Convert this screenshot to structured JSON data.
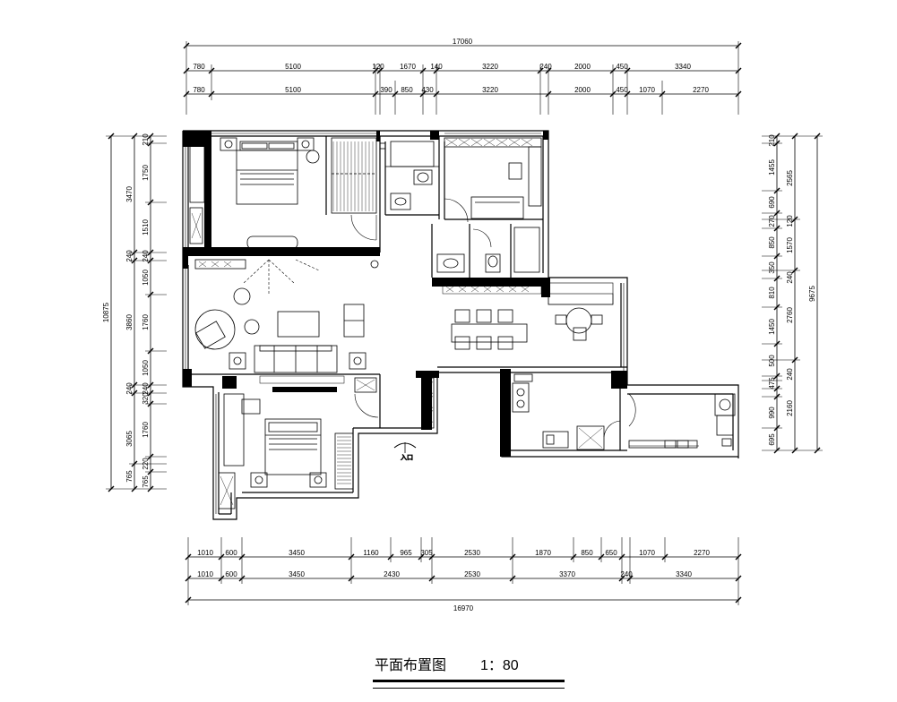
{
  "title": {
    "name": "平面布置图",
    "scale": "1：80"
  },
  "entrance_label": "入口",
  "top_dims": {
    "total": "17060",
    "row1": [
      "780",
      "5100",
      "120",
      "1670",
      "140",
      "3220",
      "240",
      "2000",
      "450",
      "3340"
    ],
    "row2": [
      "780",
      "5100",
      "390",
      "850",
      "430",
      "3220",
      "2000",
      "450",
      "1070",
      "2270"
    ]
  },
  "bottom_dims": {
    "row1": [
      "1010",
      "600",
      "3450",
      "1160",
      "965",
      "305",
      "2530",
      "1870",
      "850",
      "650",
      "1070",
      "2270"
    ],
    "row2": [
      "1010",
      "600",
      "3450",
      "2430",
      "2530",
      "3370",
      "240",
      "3340"
    ],
    "total": "16970"
  },
  "left_dims": {
    "total": "10875",
    "group": [
      "3470",
      "240",
      "3860",
      "240",
      "3065",
      "765"
    ],
    "detail": [
      "210",
      "1750",
      "1510",
      "240",
      "1050",
      "1760",
      "1050",
      "240",
      "320",
      "1760",
      "3065",
      "220",
      "765"
    ]
  },
  "right_dims": {
    "total": "9675",
    "group": [
      "2565",
      "1570",
      "2760",
      "2160"
    ],
    "detail": [
      "210",
      "1455",
      "690",
      "120",
      "270",
      "850",
      "350",
      "810",
      "240",
      "1450",
      "500",
      "475",
      "240",
      "990",
      "695"
    ]
  }
}
